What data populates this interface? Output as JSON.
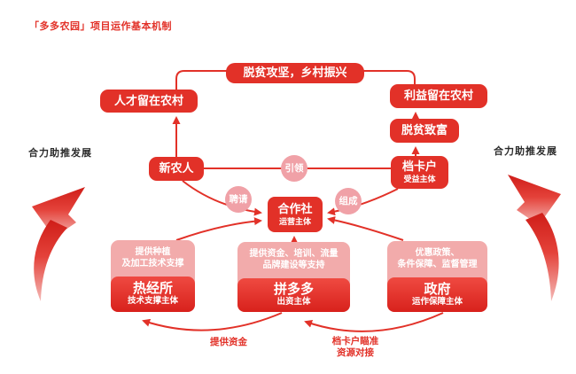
{
  "title": "「多多农园」项目运作基本机制",
  "side_labels": {
    "left": "合力助推发展",
    "right": "合力助推发展"
  },
  "nodes": {
    "top_goal": "脱贫攻坚，乡村振兴",
    "talent": "人才留在农村",
    "benefit": "利益留在农村",
    "prosperity": "脱贫致富",
    "dangkahu": {
      "name": "档卡户",
      "role": "受益主体"
    },
    "xinnongren": "新农人",
    "hezuoshe": {
      "name": "合作社",
      "role": "运营主体"
    },
    "rejingsuo": {
      "support": [
        "提供种植",
        "及加工技术支撑"
      ],
      "name": "热经所",
      "role": "技术支撑主体"
    },
    "pinduoduo": {
      "support": [
        "提供资金、培训、流量",
        "品牌建设等支持"
      ],
      "name": "拼多多",
      "role": "出资主体"
    },
    "zhengfu": {
      "support": [
        "优惠政策、",
        "条件保障、监督管理"
      ],
      "name": "政府",
      "role": "运作保障主体"
    }
  },
  "connectors": {
    "yinling": "引领",
    "pinqing": "聘请",
    "zucheng": "组成",
    "fund_label": "提供资金",
    "target_label_line1": "档卡户瞄准",
    "target_label_line2": "资源对接"
  },
  "colors": {
    "red": "#e23128",
    "red_dark": "#d8211c",
    "pink_circle": "#f0a1a7",
    "pink_panel": "#f2abab",
    "text_dark": "#2a2a2a"
  }
}
